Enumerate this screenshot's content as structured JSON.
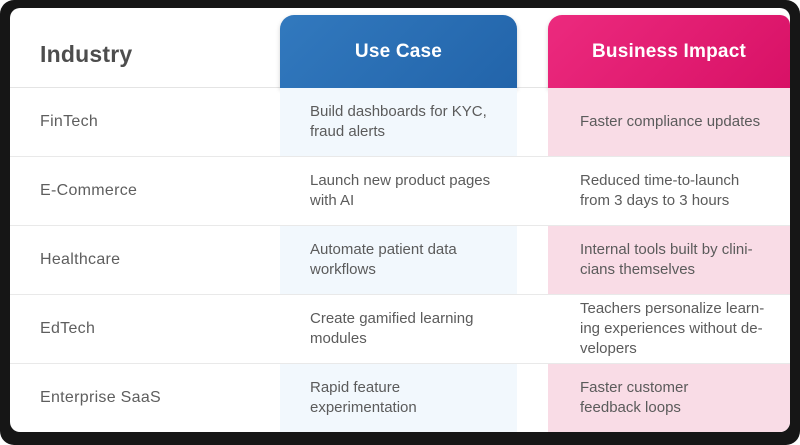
{
  "table": {
    "columns": {
      "industry": "Industry",
      "use_case": "Use Case",
      "business_impact": "Business Impact"
    },
    "rows": [
      {
        "industry": "FinTech",
        "use_case": "Build dashboards for KYC,\nfraud alerts",
        "business_impact": "Faster compliance updates"
      },
      {
        "industry": "E-Commerce",
        "use_case": "Launch new product pages\nwith AI",
        "business_impact": "Reduced time-to-launch\nfrom 3 days to 3 hours"
      },
      {
        "industry": "Healthcare",
        "use_case": "Automate patient data\nworkflows",
        "business_impact": "Internal tools built by clini-\ncians themselves"
      },
      {
        "industry": "EdTech",
        "use_case": "Create gamified learning\nmodules",
        "business_impact": "Teachers personalize learn-\ning experiences without de-\nvelopers"
      },
      {
        "industry": "Enterprise SaaS",
        "use_case": "Rapid feature\nexperimentation",
        "business_impact": "Faster customer\nfeedback loops"
      }
    ],
    "colors": {
      "use_case_header": "#2a70b7",
      "business_impact_header": "#e0176f",
      "use_case_cell_tint": "#f2f8fd",
      "business_impact_cell_tint": "#f9dce6",
      "frame": "#161616"
    }
  }
}
